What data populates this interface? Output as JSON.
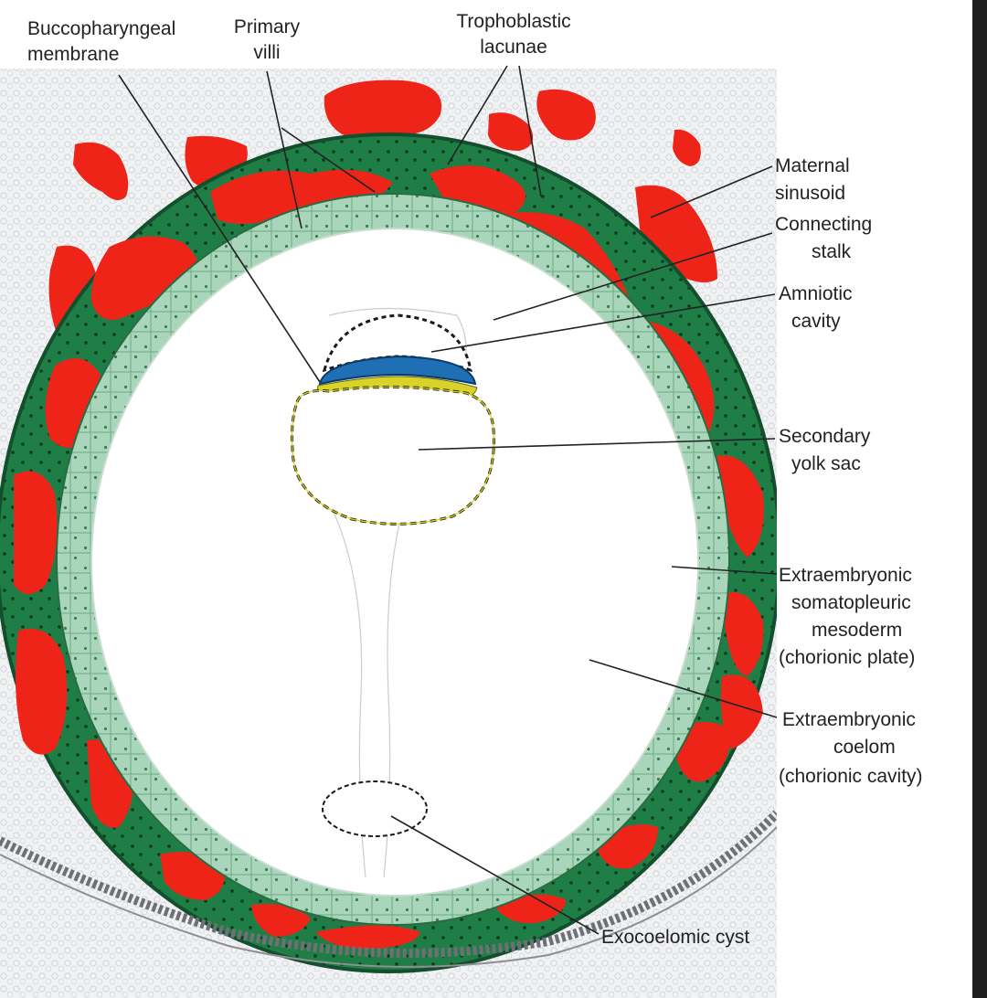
{
  "colors": {
    "maternal_blood": "#ee2418",
    "syncytiotrophoblast": "#1f7d46",
    "cytotrophoblast": "#a9d6ba",
    "epiblast": "#1f6fb4",
    "hypoblast": "#d8d22a",
    "uterine_tissue": "#f1f2f4",
    "background": "#ffffff",
    "label_text": "#222222"
  },
  "labels": {
    "buccopharyngeal_membrane": [
      "Buccopharyngeal",
      "membrane"
    ],
    "primary_villi": [
      "Primary",
      "villi"
    ],
    "trophoblastic_lacunae": [
      "Trophoblastic",
      "lacunae"
    ],
    "maternal_sinusoid": [
      "Maternal",
      "sinusoid"
    ],
    "connecting_stalk": [
      "Connecting",
      "stalk"
    ],
    "amniotic_cavity": [
      "Amniotic",
      "cavity"
    ],
    "secondary_yolk_sac": [
      "Secondary",
      "yolk sac"
    ],
    "chorionic_plate": [
      "Extraembryonic",
      "somatopleuric",
      "mesoderm",
      "(chorionic plate)"
    ],
    "chorionic_cavity": [
      "Extraembryonic",
      "coelom",
      "(chorionic cavity)"
    ],
    "exocoelomic_cyst": [
      "Exocoelomic cyst"
    ]
  }
}
